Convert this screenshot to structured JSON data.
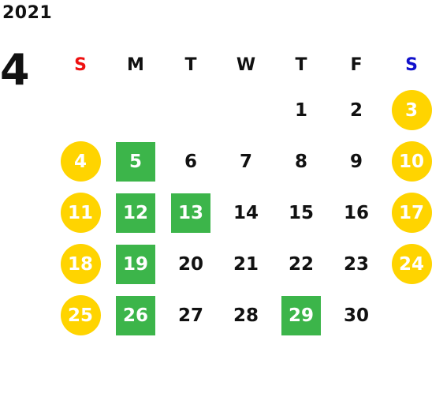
{
  "calendar": {
    "year": "2021",
    "month": "4",
    "weekdays": [
      "S",
      "M",
      "T",
      "W",
      "T",
      "F",
      "S"
    ],
    "colors": {
      "sunday_header": "#ee1111",
      "saturday_header": "#1111cc",
      "weekend_circle": "#ffd400",
      "holiday_box": "#3cb54a"
    },
    "weeks": [
      [
        {
          "day": "",
          "style": "empty"
        },
        {
          "day": "",
          "style": "empty"
        },
        {
          "day": "",
          "style": "empty"
        },
        {
          "day": "",
          "style": "empty"
        },
        {
          "day": "1",
          "style": "plain"
        },
        {
          "day": "2",
          "style": "plain"
        },
        {
          "day": "3",
          "style": "circle"
        }
      ],
      [
        {
          "day": "4",
          "style": "circle"
        },
        {
          "day": "5",
          "style": "box"
        },
        {
          "day": "6",
          "style": "plain"
        },
        {
          "day": "7",
          "style": "plain"
        },
        {
          "day": "8",
          "style": "plain"
        },
        {
          "day": "9",
          "style": "plain"
        },
        {
          "day": "10",
          "style": "circle"
        }
      ],
      [
        {
          "day": "11",
          "style": "circle"
        },
        {
          "day": "12",
          "style": "box"
        },
        {
          "day": "13",
          "style": "box"
        },
        {
          "day": "14",
          "style": "plain"
        },
        {
          "day": "15",
          "style": "plain"
        },
        {
          "day": "16",
          "style": "plain"
        },
        {
          "day": "17",
          "style": "circle"
        }
      ],
      [
        {
          "day": "18",
          "style": "circle"
        },
        {
          "day": "19",
          "style": "box"
        },
        {
          "day": "20",
          "style": "plain"
        },
        {
          "day": "21",
          "style": "plain"
        },
        {
          "day": "22",
          "style": "plain"
        },
        {
          "day": "23",
          "style": "plain"
        },
        {
          "day": "24",
          "style": "circle"
        }
      ],
      [
        {
          "day": "25",
          "style": "circle"
        },
        {
          "day": "26",
          "style": "box"
        },
        {
          "day": "27",
          "style": "plain"
        },
        {
          "day": "28",
          "style": "plain"
        },
        {
          "day": "29",
          "style": "box"
        },
        {
          "day": "30",
          "style": "plain"
        },
        {
          "day": "",
          "style": "empty"
        }
      ]
    ]
  }
}
